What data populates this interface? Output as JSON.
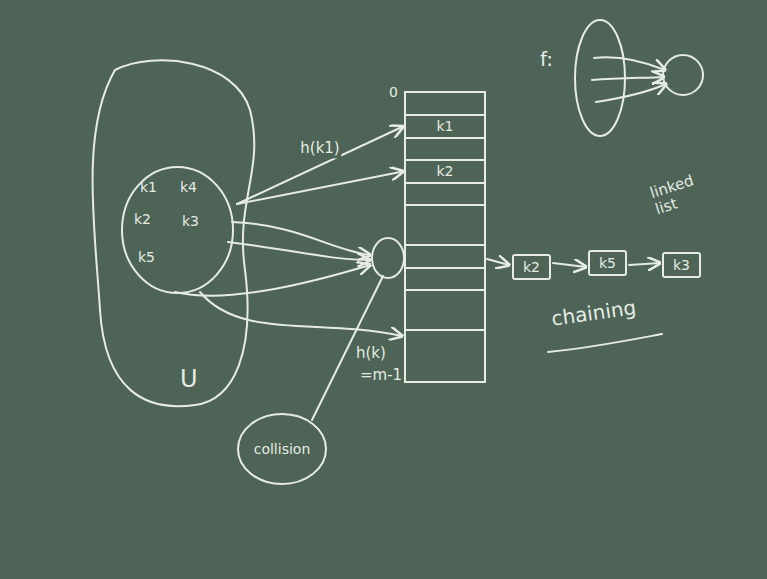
{
  "diagram": {
    "nodes": [
      {
        "text": [
          "U"
        ]
      },
      {
        "text": [
          "k1",
          "k4",
          "k2",
          "k3",
          "k5"
        ],
        "in": 0
      },
      {
        "text": [
          "k1"
        ]
      },
      {
        "text": [
          "k2"
        ]
      },
      {
        "text": [
          "k2"
        ]
      },
      {
        "text": [
          "k5"
        ]
      },
      {
        "text": [
          "k3"
        ]
      },
      {
        "text": [
          "collision"
        ]
      }
    ],
    "edges": [
      {
        "from": 1,
        "to": 2,
        "arrow": "to",
        "label": "h(k1)"
      },
      {
        "from": 1,
        "to": 3,
        "arrow": "to"
      },
      {
        "from": 4,
        "to": 5,
        "arrow": "to"
      },
      {
        "from": 5,
        "to": 6,
        "arrow": "to"
      }
    ],
    "labels": [
      "0",
      "h(k)",
      "=m-1",
      "linked list",
      "chaining",
      "f:"
    ]
  }
}
